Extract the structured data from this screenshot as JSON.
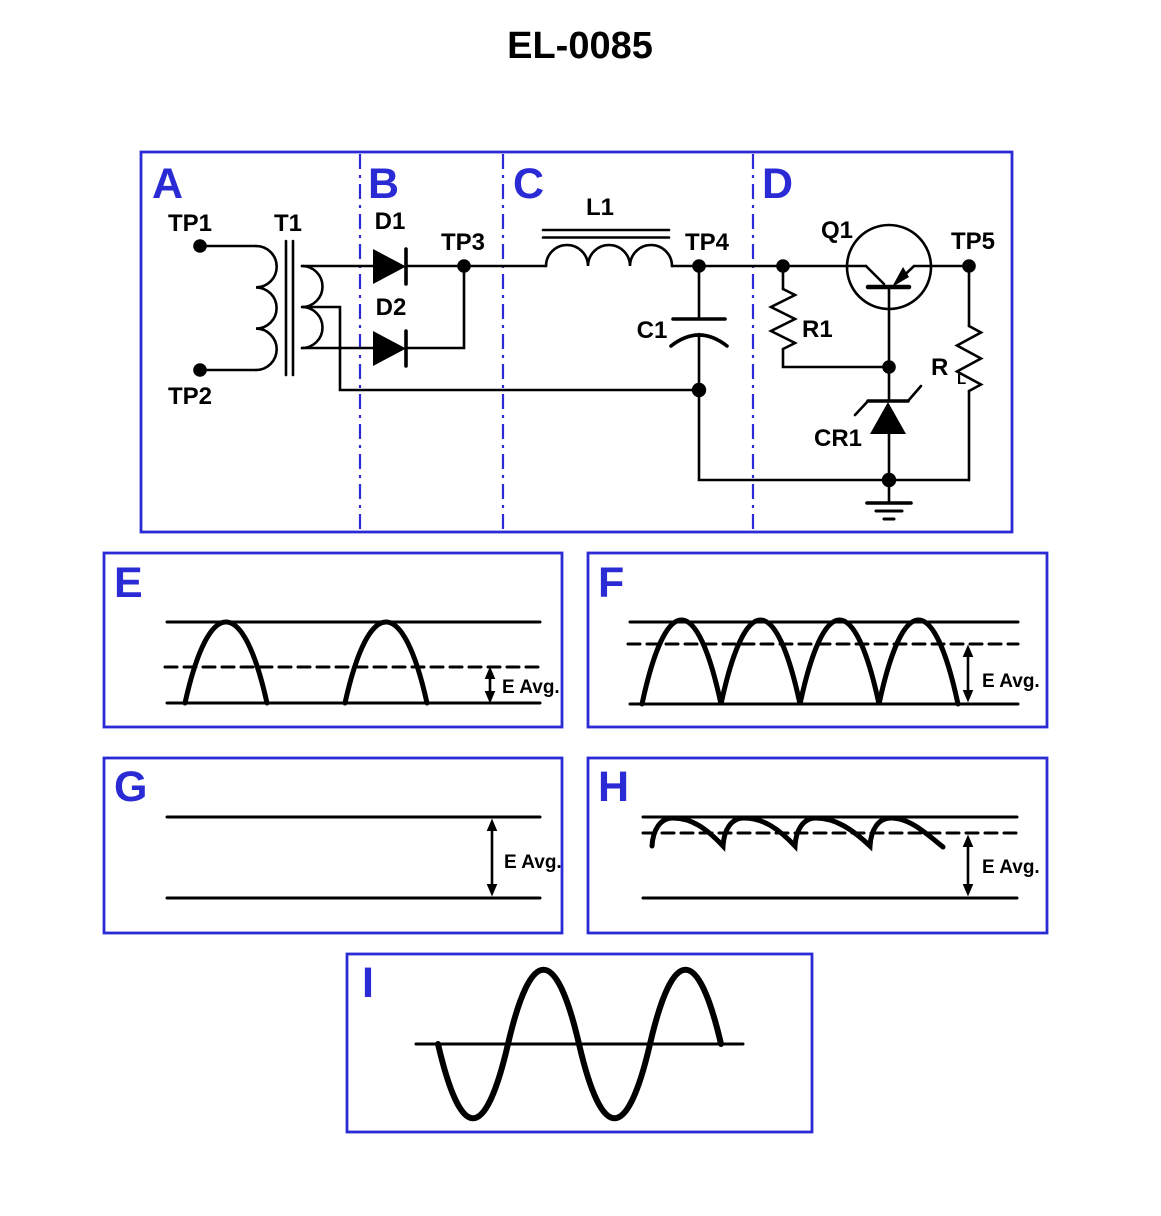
{
  "title": "EL-0085",
  "colors": {
    "accent_blue": "#2b2bd5",
    "line_black": "#000000",
    "background": "#ffffff"
  },
  "circuit": {
    "section_labels": [
      "A",
      "B",
      "C",
      "D"
    ],
    "labels": {
      "tp1": "TP1",
      "tp2": "TP2",
      "t1": "T1",
      "d1": "D1",
      "d2": "D2",
      "tp3": "TP3",
      "l1": "L1",
      "tp4": "TP4",
      "c1": "C1",
      "q1": "Q1",
      "r1": "R1",
      "cr1": "CR1",
      "tp5": "TP5",
      "rl_base": "R",
      "rl_sub": "L"
    }
  },
  "waveforms": [
    {
      "label": "E",
      "kind": "half-wave-rectified",
      "e_avg_label": "E Avg."
    },
    {
      "label": "F",
      "kind": "full-wave-rectified",
      "e_avg_label": "E Avg."
    },
    {
      "label": "G",
      "kind": "pure-dc-level",
      "e_avg_label": "E Avg."
    },
    {
      "label": "H",
      "kind": "filtered-dc-ripple",
      "e_avg_label": "E Avg."
    },
    {
      "label": "I",
      "kind": "ac-sine-wave"
    }
  ]
}
